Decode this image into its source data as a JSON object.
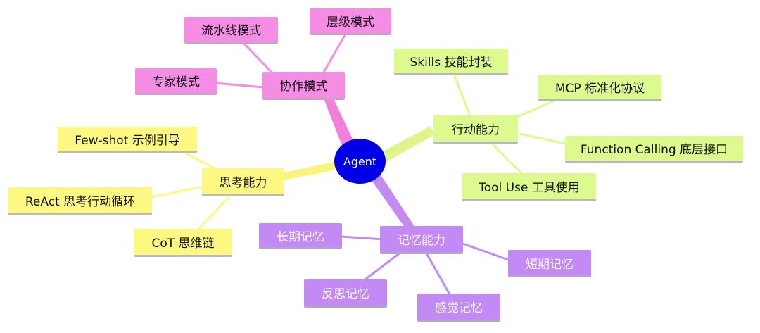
{
  "root": {
    "label": "Agent",
    "color": "#0000e6"
  },
  "branches": [
    {
      "key": "collab",
      "label": "协作模式",
      "color": "#f58de4",
      "line_color": "#f27fdc",
      "children": [
        {
          "label": "流水线模式"
        },
        {
          "label": "层级模式"
        },
        {
          "label": "专家模式"
        }
      ]
    },
    {
      "key": "action",
      "label": "行动能力",
      "color": "#dcfa8e",
      "line_color": "#dff48a",
      "children": [
        {
          "label": "Skills 技能封装"
        },
        {
          "label": "MCP 标准化协议"
        },
        {
          "label": "Function Calling 底层接口"
        },
        {
          "label": "Tool Use 工具使用"
        }
      ]
    },
    {
      "key": "think",
      "label": "思考能力",
      "color": "#fdf882",
      "line_color": "#fbf47c",
      "children": [
        {
          "label": "Few-shot 示例引导"
        },
        {
          "label": "ReAct 思考行动循环"
        },
        {
          "label": "CoT 思维链"
        }
      ]
    },
    {
      "key": "memory",
      "label": "记忆能力",
      "color": "#c389f4",
      "line_color": "#c58af2",
      "children": [
        {
          "label": "长期记忆"
        },
        {
          "label": "短期记忆"
        },
        {
          "label": "反思记忆"
        },
        {
          "label": "感觉记忆"
        }
      ]
    }
  ]
}
